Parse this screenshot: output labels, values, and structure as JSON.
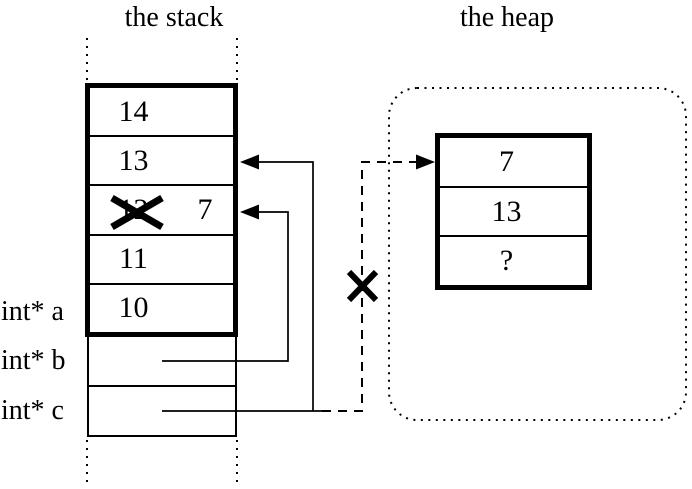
{
  "stack": {
    "title": "the stack",
    "cells": [
      {
        "value": "14"
      },
      {
        "value": "13"
      },
      {
        "value": "12",
        "crossed": true,
        "corrected_value": "7"
      },
      {
        "value": "11"
      },
      {
        "value": "10"
      }
    ],
    "variables": [
      {
        "label": "int* a"
      },
      {
        "label": "int* b"
      },
      {
        "label": "int* c"
      }
    ]
  },
  "heap": {
    "title": "the heap",
    "cells": [
      {
        "value": "7"
      },
      {
        "value": "13"
      },
      {
        "value": "?"
      }
    ]
  },
  "pointers": {
    "b_target": "stack cell 12 (overwritten with 7)",
    "c_target": "stack cell 13",
    "dangling": "crossed-out dashed pointer from c into heap cell 7"
  },
  "colors": {
    "ink": "#000000",
    "background": "#ffffff"
  }
}
